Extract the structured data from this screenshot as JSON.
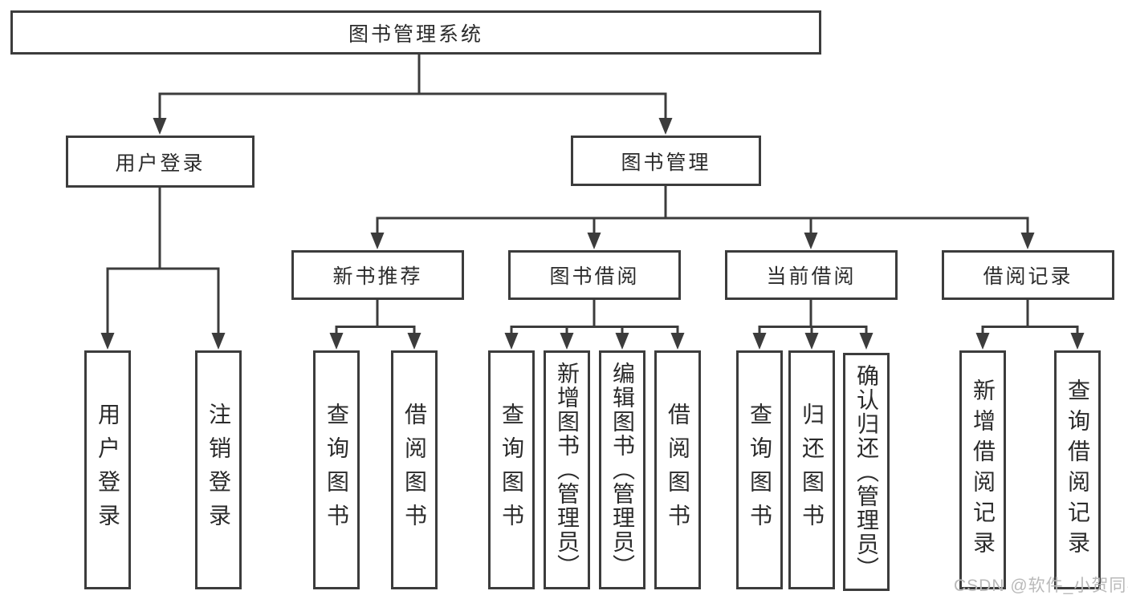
{
  "diagram": {
    "title": "图书管理系统",
    "root": {
      "label": "图书管理系统"
    },
    "level2": [
      {
        "label": "用户登录"
      },
      {
        "label": "图书管理"
      }
    ],
    "level3": [
      {
        "label": "新书推荐"
      },
      {
        "label": "图书借阅"
      },
      {
        "label": "当前借阅"
      },
      {
        "label": "借阅记录"
      }
    ],
    "leaves": {
      "user_login": [
        {
          "label": "用户登录"
        },
        {
          "label": "注销登录"
        }
      ],
      "new_book_recommend": [
        {
          "label": "查询图书"
        },
        {
          "label": "借阅图书"
        }
      ],
      "book_borrow": [
        {
          "label": "查询图书"
        },
        {
          "label": "新增图书（管理员）"
        },
        {
          "label": "编辑图书（管理员）"
        },
        {
          "label": "借阅图书"
        }
      ],
      "current_borrow": [
        {
          "label": "查询图书"
        },
        {
          "label": "归还图书"
        },
        {
          "label": "确认归还（管理员）"
        }
      ],
      "borrow_records": [
        {
          "label": "新增借阅记录"
        },
        {
          "label": "查询借阅记录"
        }
      ]
    },
    "watermark": "CSDN @软件_小贺同学",
    "colors": {
      "line": "#3c3c3c",
      "box_border": "#3c3c3c",
      "text": "#2b2b2b",
      "watermark": "#b9b9b9",
      "background": "#ffffff"
    }
  }
}
